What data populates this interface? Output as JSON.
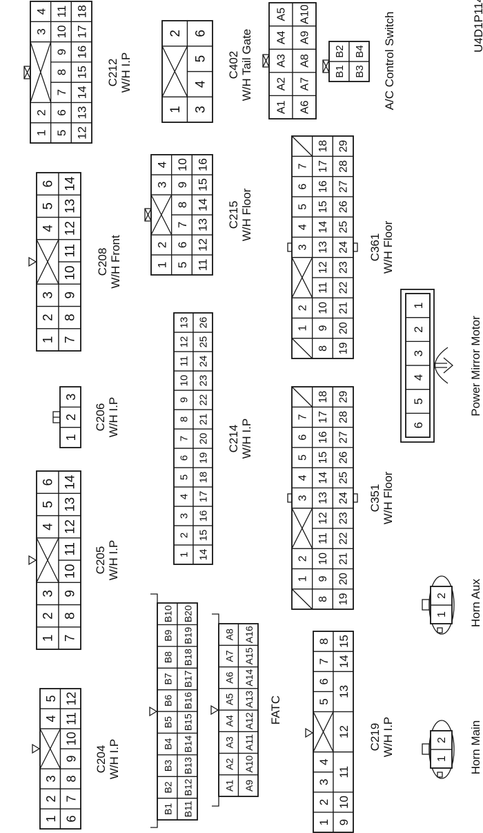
{
  "diagram_code": "U4D1P114",
  "connectors": [
    {
      "name": "C204",
      "harness": "W/H I.P",
      "blocks": [
        {
          "rows": [
            [
              "1",
              "2",
              "3",
              "4",
              "5"
            ],
            [
              "6",
              "7",
              "8",
              "9",
              "10",
              "11",
              "12"
            ]
          ]
        }
      ]
    },
    {
      "name": "C205",
      "harness": "W/H I.P",
      "blocks": [
        {
          "rows": [
            [
              "1",
              "2",
              "3",
              "4",
              "5",
              "6"
            ],
            [
              "7",
              "8",
              "9",
              "10",
              "11",
              "12",
              "13",
              "14"
            ]
          ]
        }
      ]
    },
    {
      "name": "C206",
      "harness": "W/H I.P",
      "blocks": [
        {
          "rows": [
            [
              "1",
              "2",
              "3"
            ]
          ]
        }
      ]
    },
    {
      "name": "C208",
      "harness": "W/H Front",
      "blocks": [
        {
          "rows": [
            [
              "1",
              "2",
              "3",
              "4",
              "5",
              "6"
            ],
            [
              "7",
              "8",
              "9",
              "10",
              "11",
              "12",
              "13",
              "14"
            ]
          ]
        }
      ]
    },
    {
      "name": "C212",
      "harness": "W/H I.P",
      "blocks": [
        {
          "rows": [
            [
              "1",
              "2",
              "3",
              "4"
            ],
            [
              "5",
              "6",
              "7",
              "8",
              "9",
              "10",
              "11"
            ],
            [
              "12",
              "13",
              "14",
              "15",
              "16",
              "17",
              "18"
            ]
          ]
        }
      ]
    },
    {
      "name": "C214",
      "harness": "W/H I.P",
      "blocks": [
        {
          "rows": [
            [
              "1",
              "2",
              "3",
              "4",
              "5",
              "6",
              "7",
              "8",
              "9",
              "10",
              "11",
              "12",
              "13"
            ],
            [
              "14",
              "15",
              "16",
              "17",
              "18",
              "19",
              "20",
              "21",
              "22",
              "23",
              "24",
              "25",
              "26"
            ]
          ]
        }
      ]
    },
    {
      "name": "C215",
      "harness": "W/H Floor",
      "blocks": [
        {
          "rows": [
            [
              "1",
              "2",
              "3",
              "4"
            ],
            [
              "5",
              "6",
              "7",
              "8",
              "9",
              "10"
            ],
            [
              "11",
              "12",
              "13",
              "14",
              "15",
              "16"
            ]
          ]
        }
      ]
    },
    {
      "name": "C402",
      "harness": "W/H Tail Gate",
      "blocks": [
        {
          "rows": [
            [
              "1",
              "2"
            ],
            [
              "3",
              "4",
              "5",
              "6"
            ]
          ]
        }
      ]
    },
    {
      "name": "C351",
      "harness": "W/H Floor",
      "blocks": [
        {
          "rows": [
            [
              "1",
              "2",
              "3",
              "4",
              "5",
              "6",
              "7"
            ],
            [
              "8",
              "9",
              "10",
              "11",
              "12",
              "13",
              "14",
              "15",
              "16",
              "17",
              "18"
            ],
            [
              "19",
              "20",
              "21",
              "22",
              "23",
              "24",
              "25",
              "26",
              "27",
              "28",
              "29"
            ]
          ]
        }
      ]
    },
    {
      "name": "C361",
      "harness": "W/H Floor",
      "blocks": [
        {
          "rows": [
            [
              "1",
              "2",
              "3",
              "4",
              "5",
              "6",
              "7"
            ],
            [
              "8",
              "9",
              "10",
              "11",
              "12",
              "13",
              "14",
              "15",
              "16",
              "17",
              "18"
            ],
            [
              "19",
              "20",
              "21",
              "22",
              "23",
              "24",
              "25",
              "26",
              "27",
              "28",
              "29"
            ]
          ]
        }
      ]
    },
    {
      "name": "C219",
      "harness": "W/H I.P",
      "blocks": [
        {
          "rows": [
            [
              "1",
              "2",
              "3",
              "4",
              "5",
              "6",
              "7",
              "8"
            ],
            [
              "9",
              "10",
              "11",
              "12",
              "13",
              "14",
              "15"
            ]
          ]
        }
      ]
    },
    {
      "name": "FATC",
      "blocks": [
        {
          "rows": [
            [
              "B1",
              "B2",
              "B3",
              "B4",
              "B5",
              "B6",
              "B7",
              "B8",
              "B9",
              "B10"
            ],
            [
              "B11",
              "B12",
              "B13",
              "B14",
              "B15",
              "B16",
              "B17",
              "B18",
              "B19",
              "B20"
            ]
          ]
        },
        {
          "rows": [
            [
              "A1",
              "A2",
              "A3",
              "A4",
              "A5",
              "A6",
              "A7",
              "A8"
            ],
            [
              "A9",
              "A10",
              "A11",
              "A12",
              "A13",
              "A14",
              "A15",
              "A16"
            ]
          ]
        }
      ]
    },
    {
      "name": "A/C Control Switch",
      "blocks": [
        {
          "rows": [
            [
              "A1",
              "A2",
              "A3",
              "A4",
              "A5"
            ],
            [
              "A6",
              "A7",
              "A8",
              "A9",
              "A10"
            ]
          ]
        },
        {
          "rows": [
            [
              "B1",
              "B2"
            ],
            [
              "B3",
              "B4"
            ]
          ]
        }
      ]
    },
    {
      "name": "Power Mirror Motor",
      "blocks": [
        {
          "rows": [
            [
              "6",
              "5",
              "4",
              "3",
              "2",
              "1"
            ]
          ]
        }
      ]
    },
    {
      "name": "Horn Main",
      "blocks": [
        {
          "rows": [
            [
              "1",
              "2"
            ]
          ]
        }
      ]
    },
    {
      "name": "Horn Aux",
      "blocks": [
        {
          "rows": [
            [
              "1",
              "2"
            ]
          ]
        }
      ]
    }
  ]
}
